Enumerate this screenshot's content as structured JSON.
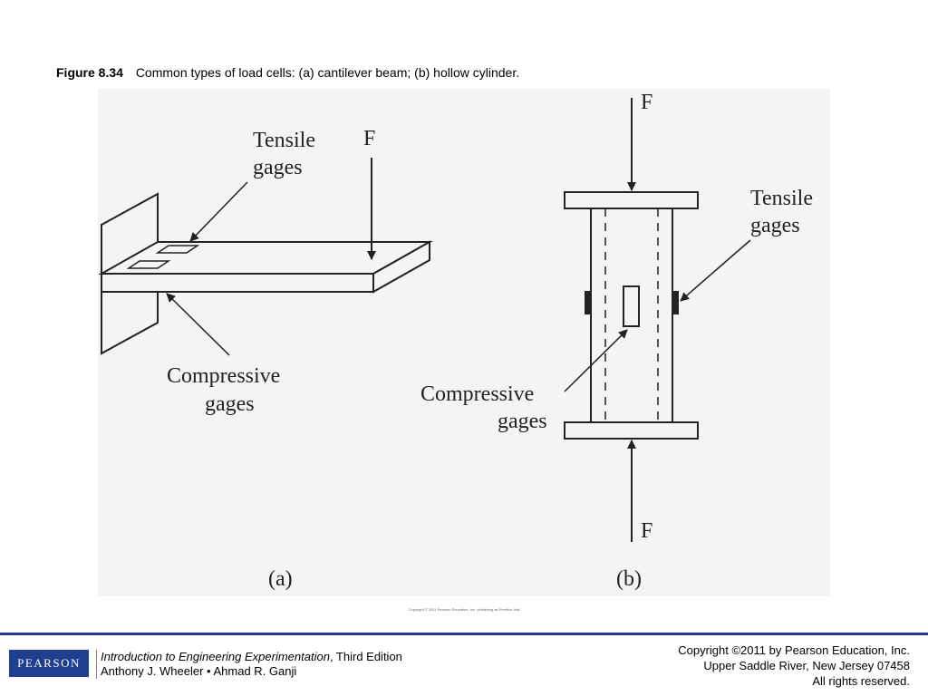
{
  "caption": {
    "figure_number": "Figure 8.34",
    "text": "Common types of load cells: (a) cantilever beam; (b) hollow cylinder."
  },
  "diagram": {
    "a": {
      "tensile_label": [
        "Tensile",
        "gages"
      ],
      "force_label": "F",
      "compressive_label": [
        "Compressive",
        "gages"
      ],
      "panel_label": "(a)"
    },
    "b": {
      "force_top_label": "F",
      "tensile_label": [
        "Tensile",
        "gages"
      ],
      "compressive_label": [
        "Compressive",
        "gages"
      ],
      "force_bottom_label": "F",
      "panel_label": "(b)"
    },
    "image_copyright": "Copyright © 2011 Pearson Education, Inc. publishing as Prentice Hall"
  },
  "footer": {
    "logo_text": "PEARSON",
    "book_title": "Introduction to Engineering Experimentation",
    "edition": ", Third Edition",
    "authors": "Anthony J. Wheeler • Ahmad R. Ganji",
    "copyright_line": "Copyright ©2011 by Pearson Education, Inc.",
    "address_line": "Upper Saddle River, New Jersey 07458",
    "rights_line": "All rights reserved."
  },
  "colors": {
    "footer_rule": "#2a3a8c",
    "logo_bg": "#1f3f8f"
  }
}
